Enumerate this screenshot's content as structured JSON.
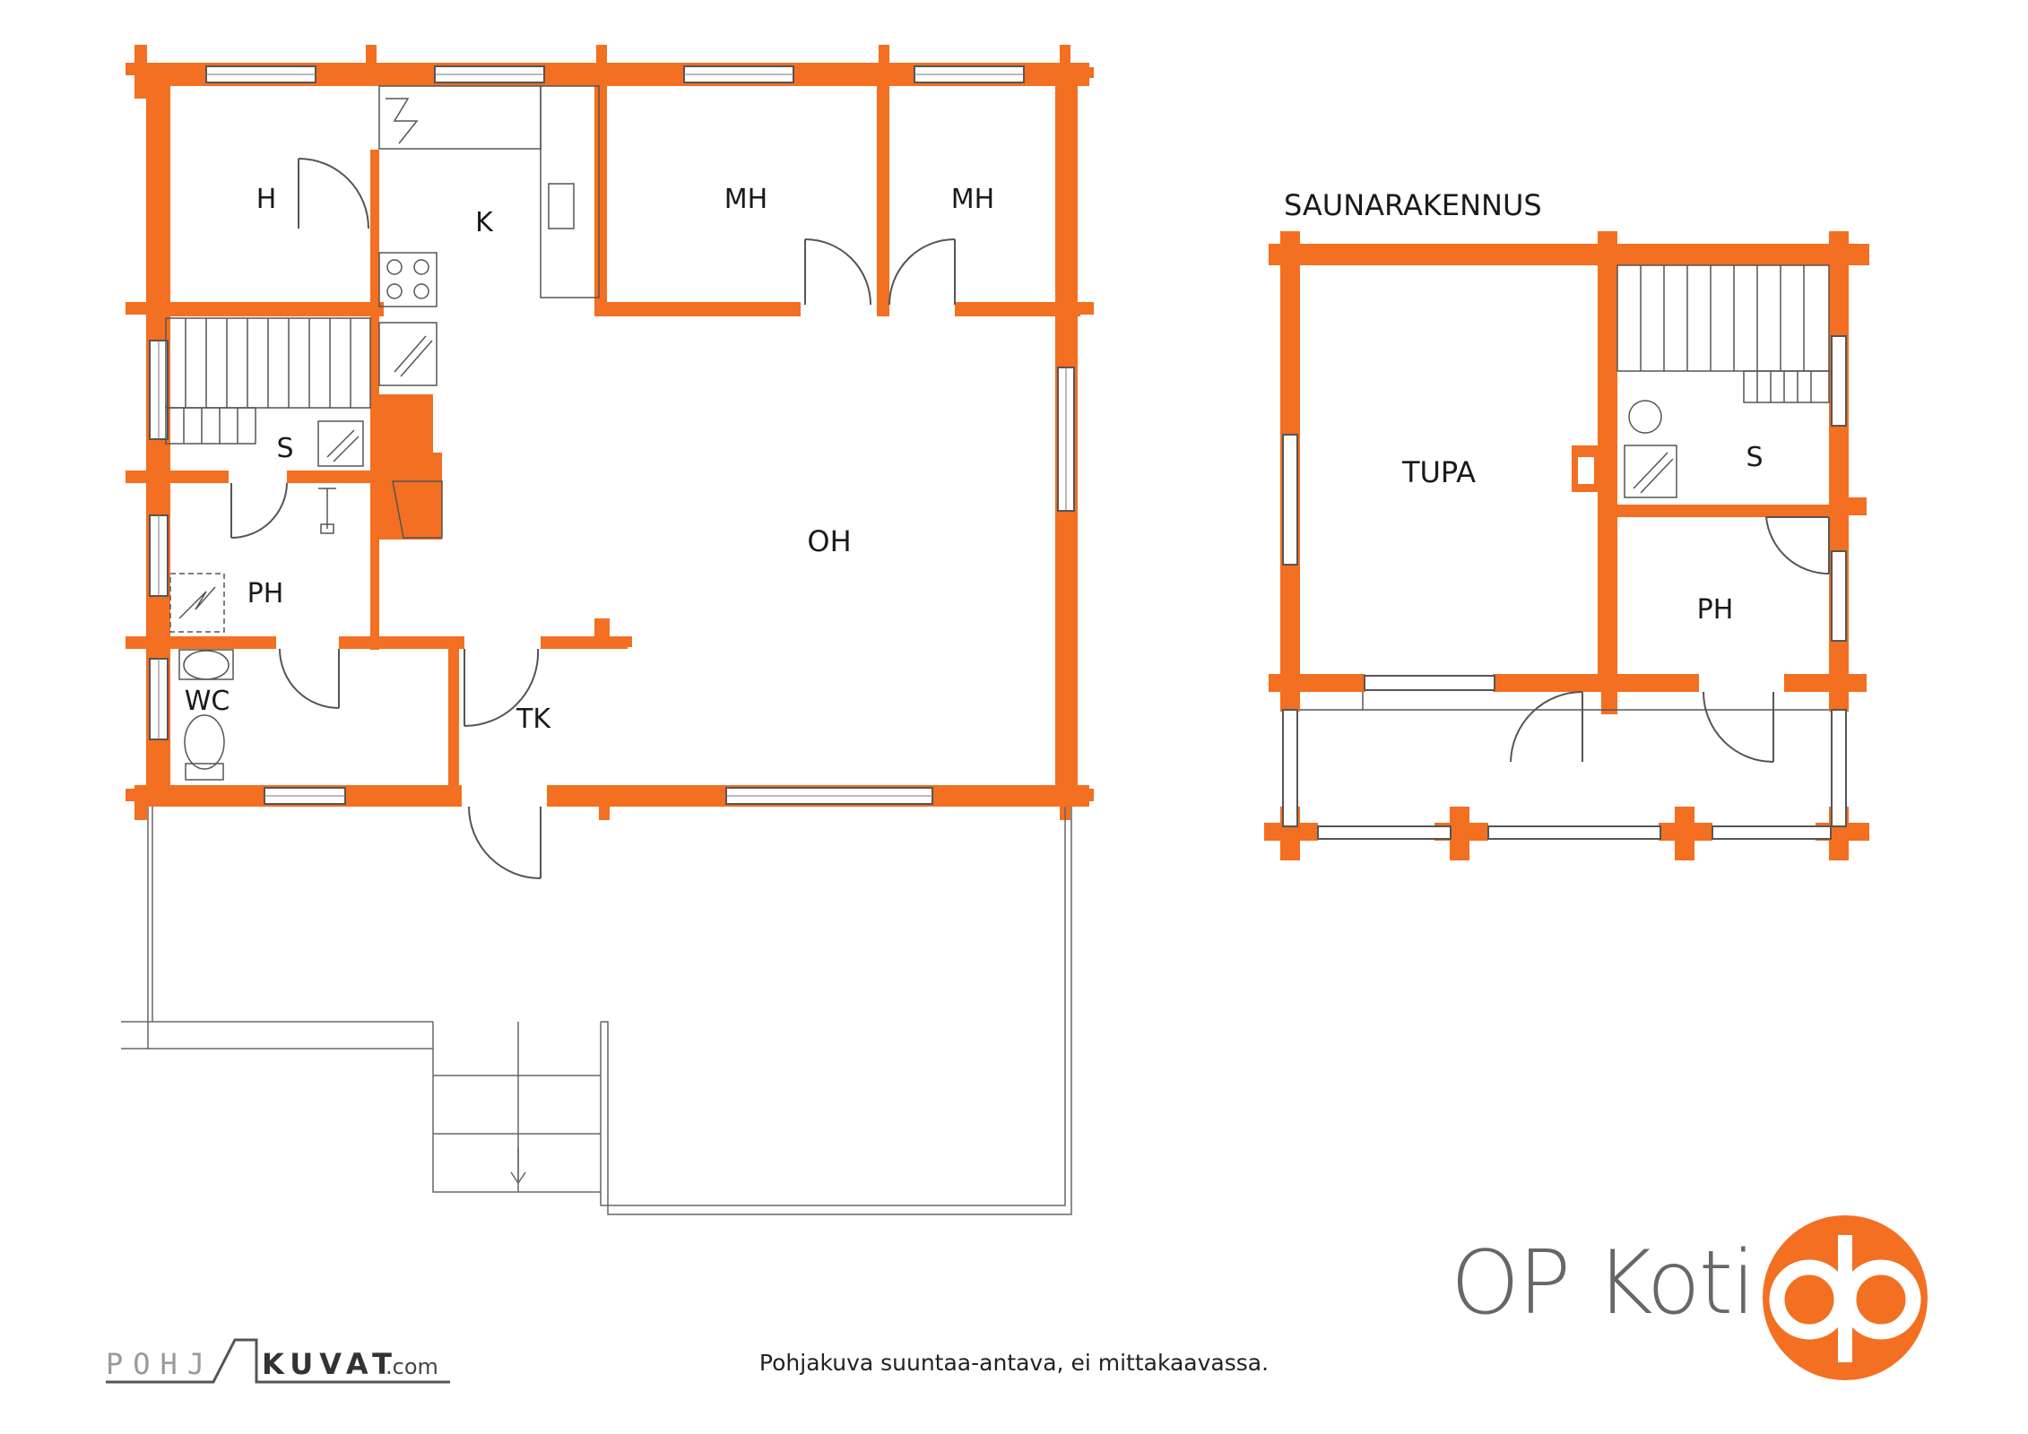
{
  "plan": {
    "rooms": [
      {
        "id": "h",
        "label": "H"
      },
      {
        "id": "k",
        "label": "K"
      },
      {
        "id": "mh1",
        "label": "MH"
      },
      {
        "id": "mh2",
        "label": "MH"
      },
      {
        "id": "s",
        "label": "S"
      },
      {
        "id": "ph",
        "label": "PH"
      },
      {
        "id": "oh",
        "label": "OH"
      },
      {
        "id": "wc",
        "label": "WC"
      },
      {
        "id": "tk",
        "label": "TK"
      }
    ],
    "sauna_title": "SAUNARAKENNUS",
    "sauna_rooms": [
      {
        "id": "tupa",
        "label": "TUPA"
      },
      {
        "id": "s2",
        "label": "S"
      },
      {
        "id": "ph2",
        "label": "PH"
      }
    ],
    "footer_note": "Pohjakuva suuntaa-antava, ei mittakaavassa.",
    "source_logo": {
      "text": "POHJAKUVAT",
      "suffix": ".com"
    },
    "brand": {
      "name": "OP Koti"
    }
  },
  "colors": {
    "wall": "#f36f21",
    "line": "#555555",
    "brand_grey": "#676767",
    "brand_orange": "#f36f21"
  }
}
